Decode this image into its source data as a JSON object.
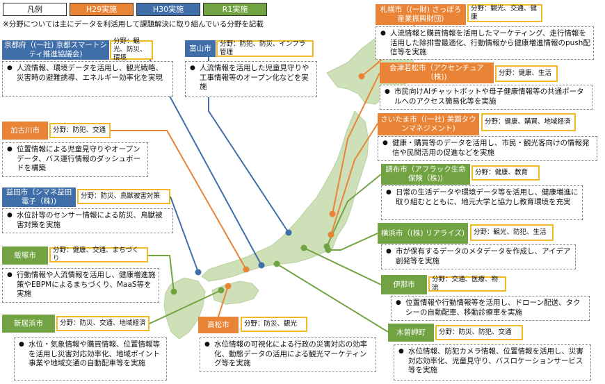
{
  "legend": {
    "title": "凡例",
    "h29": "H29実施",
    "h30": "H30実施",
    "r1": "R1実施"
  },
  "note": "※分野については主にデータを利活用して課題解決に取り組んでいる分野を記載",
  "colors": {
    "h29": "#e98336",
    "h30": "#3f6ea8",
    "r1": "#71a342",
    "field_border": "#f2b825",
    "land": "#cde0b8"
  },
  "cities": {
    "kyoto": {
      "name": "京都府（(一社) 京都スマートシティ推進協議会)",
      "field": "分野：観光、防災、環境",
      "desc": "人流情報、環境データを活用し、観光戦略、災害時の避難誘導、エネルギー効率化を実現"
    },
    "toyama": {
      "name": "富山市",
      "field": "分野：防犯、防災、インフラ管理",
      "desc": "人流情報を活用した児童見守りや工事情報等のオープン化などを実施"
    },
    "sapporo": {
      "name": "札幌市（(一財) さっぽろ産業振興財団)",
      "field": "分野：観光、交通、健康",
      "desc": "人流情報と購買情報を活用したマーケティング、走行情報を活用した除排雪最適化、行動情報から健康増進情報のpush配信等を実施"
    },
    "aizu": {
      "name": "会津若松市（アクセンチュア（株))",
      "field": "分野：健康、生活",
      "desc": "市民向けAIチャットボットや母子健康情報等の共通ポータルへのアクセス簡易化等を実施"
    },
    "kakogawa": {
      "name": "加古川市",
      "field": "分野：防犯、交通",
      "desc": "位置情報による児童見守りやオープンデータ、バス運行情報のダッシュボードを構築"
    },
    "saitama": {
      "name": "さいたま市（(一社) 美園タウンマネジメント)",
      "field": "分野：健康、購買、地域経済",
      "desc": "健康・購買等のデータを活用し、市民・観光客向けの情報発信や民間活用の促進などを実施"
    },
    "masuda": {
      "name": "益田市（シマネ益田電子（株))",
      "field": "分野：防災、鳥獣被害対策",
      "desc": "水位計等のセンサー情報による防災、鳥獣被害対策を実施"
    },
    "chofu": {
      "name": "調布市（アフラック生命保険（株))",
      "field": "分野：健康、教育",
      "desc": "日常の生活データや環境データ等を活用し、健康増進に取り組むとともに、地元大学と協力し教育環境を充実"
    },
    "iizuka": {
      "name": "飯塚市",
      "field": "分野：健康、交通、まちづくり",
      "desc": "行動情報や人流情報を活用し、健康増進施策やEBPMによるまちづくり、MaaS等を実施"
    },
    "yokohama": {
      "name": "横浜市（(株) リアライズ)",
      "field": "分野：観光、防犯、生活",
      "desc": "市が保有するデータのメタデータを作成し、アイデア創発等を実施"
    },
    "ina": {
      "name": "伊那市",
      "field": "分野：交通、医療、物流",
      "desc": "位置情報や行動情報等を活用し、ドローン配送、タクシーの自動配車、移動診療車を実施"
    },
    "niihama": {
      "name": "新居浜市",
      "field": "分野：防災、交通、地域経済",
      "desc": "水位・気象情報や購買情報、位置情報等を活用し災害対応効率化、地域ポイント事業や地域交通の自動配車等を実施"
    },
    "takamatsu": {
      "name": "高松市",
      "field": "分野：防災、観光",
      "desc": "水位情報の可視化による行政の災害対応の効率化、動態データの活用による観光マーケティング等を実施"
    },
    "kisosaki": {
      "name": "木曽岬町",
      "field": "分野：防災、防犯、交通",
      "desc": "水位情報、防犯カメラ情報、位置情報を活用し、災害対応効率化、児童見守り、バスロケーションサービス等を実施"
    }
  }
}
